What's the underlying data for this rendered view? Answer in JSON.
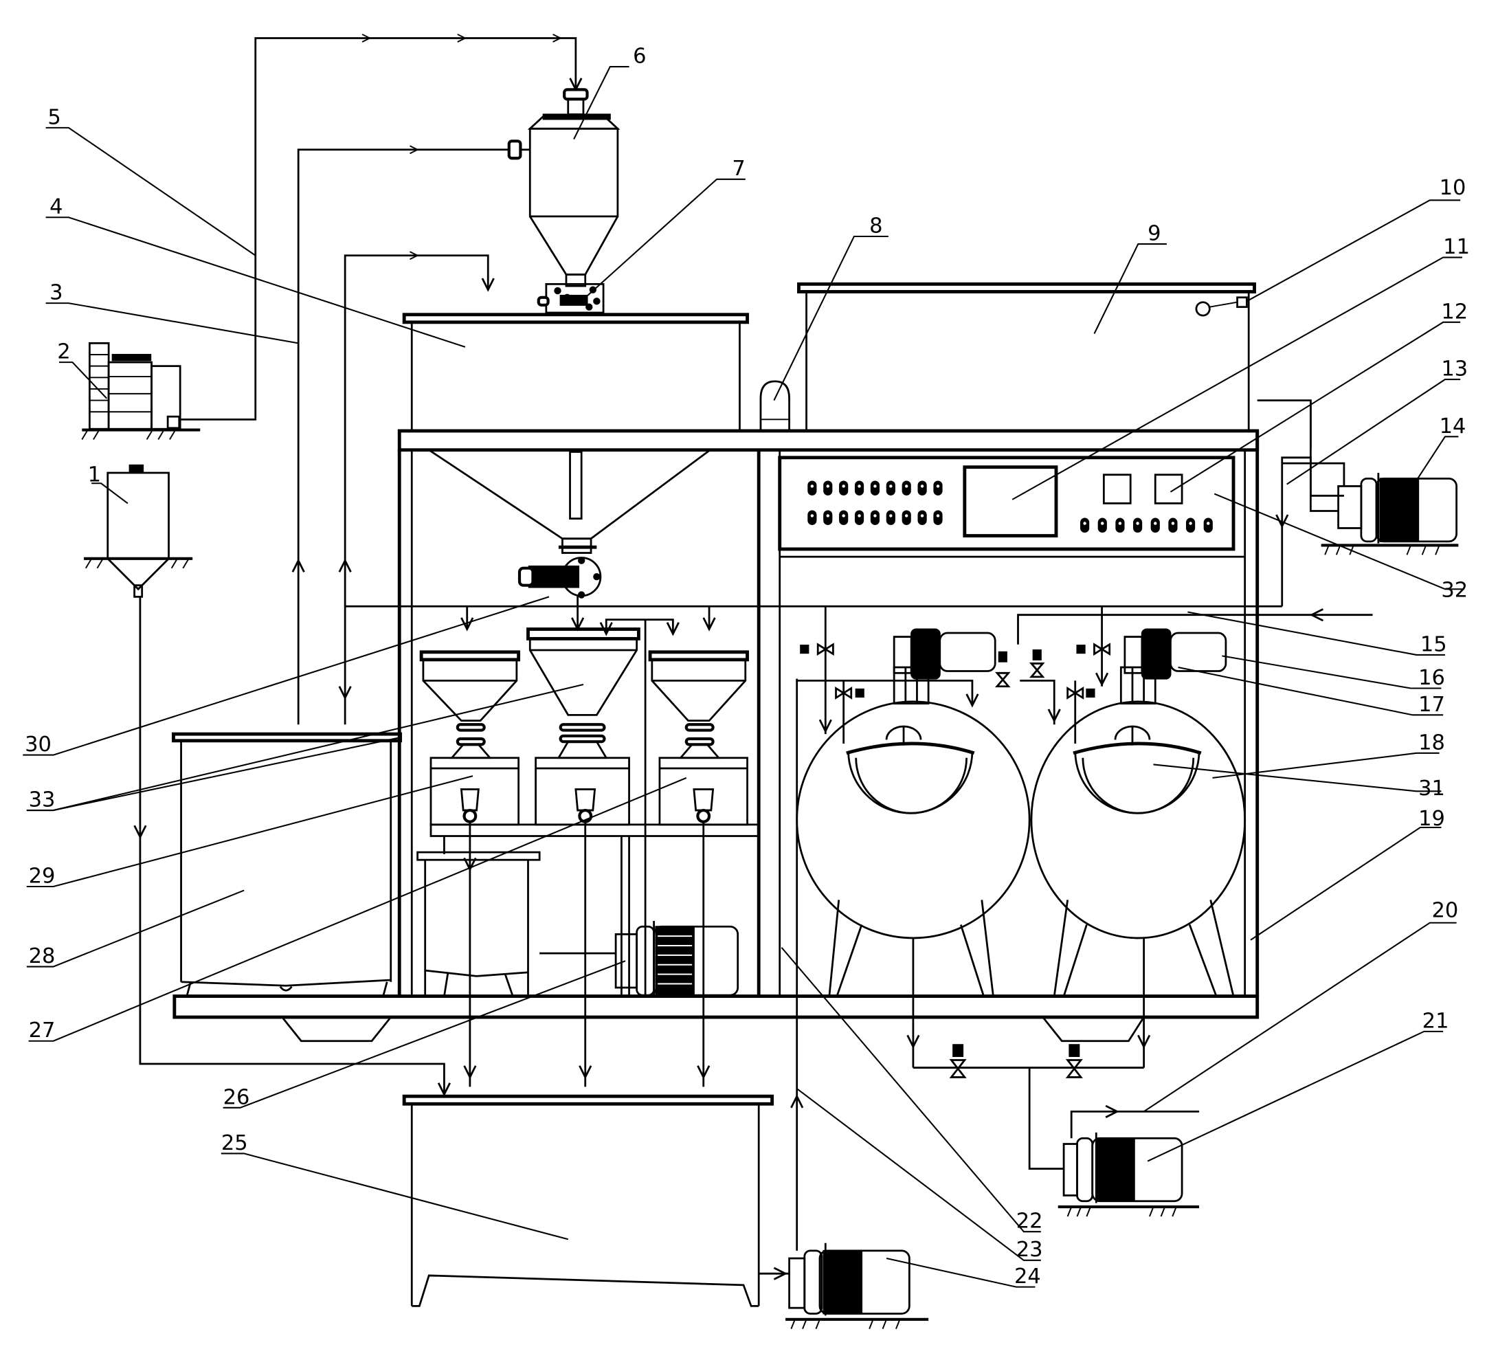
{
  "figure": {
    "type": "process-equipment-schematic",
    "colors": {
      "ink": "#000000",
      "paper": "#ffffff"
    }
  },
  "labels": {
    "1": "1",
    "2": "2",
    "3": "3",
    "4": "4",
    "5": "5",
    "6": "6",
    "7": "7",
    "8": "8",
    "9": "9",
    "10": "10",
    "11": "11",
    "12": "12",
    "13": "13",
    "14": "14",
    "15": "15",
    "16": "16",
    "17": "17",
    "18": "18",
    "19": "19",
    "20": "20",
    "21": "21",
    "22": "22",
    "23": "23",
    "24": "24",
    "25": "25",
    "26": "26",
    "27": "27",
    "28": "28",
    "29": "29",
    "30": "30",
    "31": "31",
    "32": "32",
    "33": "33"
  },
  "control_panel": {
    "button_rows": [
      {
        "row": "top-left",
        "count": 9
      },
      {
        "row": "bottom-left",
        "count": 9
      },
      {
        "row": "bottom-right",
        "count": 8
      }
    ],
    "displays": 1,
    "small_windows": 2
  },
  "components": {
    "grinders": 3,
    "cooking_tanks": 2,
    "pumps": 4,
    "flow_arrows": "present"
  }
}
